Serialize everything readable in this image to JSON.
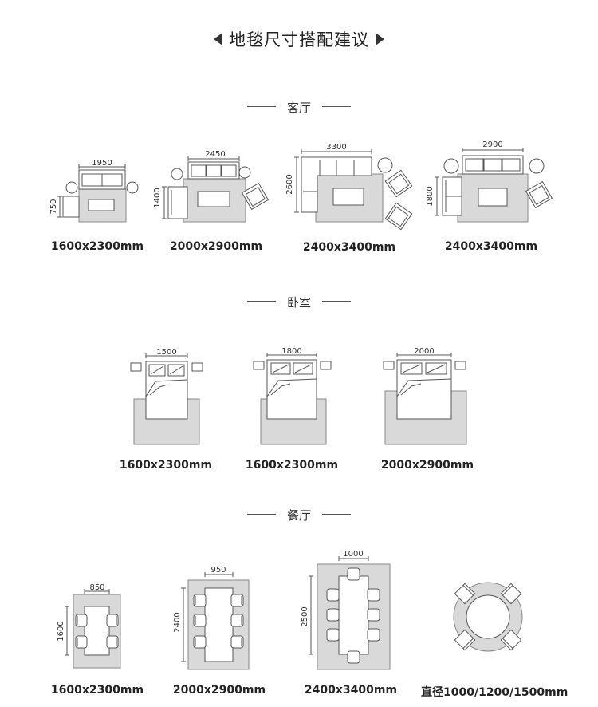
{
  "title": "地毯尺寸搭配建议",
  "sections": {
    "living": {
      "name": "客厅"
    },
    "bedroom": {
      "name": "卧室"
    },
    "dining": {
      "name": "餐厅"
    }
  },
  "living": [
    {
      "sofa_width": "1950",
      "side": "750",
      "size": "1600x2300mm"
    },
    {
      "sofa_width": "2450",
      "side": "1400",
      "size": "2000x2900mm"
    },
    {
      "sofa_width": "3300",
      "side": "2600",
      "size": "2400x3400mm"
    },
    {
      "sofa_width": "2900",
      "side": "1800",
      "size": "2400x3400mm"
    }
  ],
  "bedroom": [
    {
      "bed_width": "1500",
      "size": "1600x2300mm"
    },
    {
      "bed_width": "1800",
      "size": "1600x2300mm"
    },
    {
      "bed_width": "2000",
      "size": "2000x2900mm"
    }
  ],
  "dining": [
    {
      "table_width": "850",
      "length": "1600",
      "size": "1600x2300mm"
    },
    {
      "table_width": "950",
      "length": "2400",
      "size": "2000x2900mm"
    },
    {
      "table_width": "1000",
      "length": "2500",
      "size": "2400x3400mm"
    },
    {
      "size": "直径1000/1200/1500mm"
    }
  ],
  "colors": {
    "rug": "#d9d9d9",
    "line": "#555555",
    "furniture": "#ffffff"
  }
}
